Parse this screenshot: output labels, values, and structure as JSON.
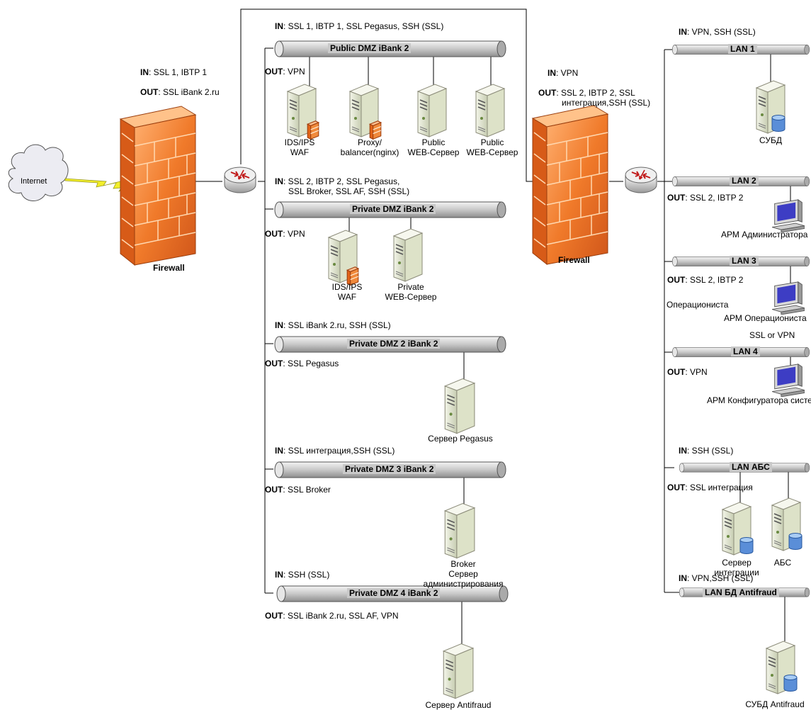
{
  "internet": {
    "label": "Internet"
  },
  "firewall1": {
    "label": "Firewall",
    "in_key": "IN",
    "in_text": ": SSL 1, IBTP 1",
    "out_key": "OUT",
    "out_text": ": SSL iBank 2.ru"
  },
  "firewall2": {
    "label": "Firewall",
    "in_key": "IN",
    "in_text": ": VPN",
    "out_key": "OUT",
    "out_text_1": ": SSL 2, IBTP 2, SSL",
    "out_text_2": "интеграция,SSH (SSL)"
  },
  "public_dmz": {
    "title": "Public DMZ iBank 2",
    "in_key": "IN",
    "in_text": ": SSL 1, IBTP 1, SSL Pegasus, SSH (SSL)",
    "out_key": "OUT",
    "out_text": ": VPN",
    "servers": [
      {
        "l1": "IDS/IPS",
        "l2": "WAF"
      },
      {
        "l1": "Proxy/",
        "l2": "balancer(nginx)"
      },
      {
        "l1": "Public",
        "l2": "WEB-Сервер"
      },
      {
        "l1": "Public",
        "l2": "WEB-Сервер"
      }
    ]
  },
  "private_dmz": {
    "title": "Private DMZ iBank 2",
    "in_key": "IN",
    "in_text_1": ": SSL 2, IBTP 2, SSL Pegasus,",
    "in_text_2": "SSL Broker, SSL AF, SSH (SSL)",
    "out_key": "OUT",
    "out_text": ": VPN",
    "servers": [
      {
        "l1": "IDS/IPS",
        "l2": "WAF"
      },
      {
        "l1": "Private",
        "l2": "WEB-Сервер"
      }
    ]
  },
  "private_dmz2": {
    "title": "Private DMZ 2 iBank 2",
    "in_key": "IN",
    "in_text": ": SSL iBank 2.ru, SSH (SSL)",
    "out_key": "OUT",
    "out_text": ": SSL Pegasus",
    "server": "Сервер Pegasus"
  },
  "private_dmz3": {
    "title": "Private DMZ 3 iBank 2",
    "in_key": "IN",
    "in_text": ": SSL интеграция,SSH (SSL)",
    "out_key": "OUT",
    "out_text": ": SSL Broker",
    "server_l1": "Broker",
    "server_l2": "Сервер",
    "server_l3": "администрирования"
  },
  "private_dmz4": {
    "title": "Private DMZ 4 iBank 2",
    "in_key": "IN",
    "in_text": ": SSH (SSL)",
    "out_key": "OUT",
    "out_text": ": SSL iBank 2.ru, SSL AF, VPN",
    "server": "Сервер Antifraud"
  },
  "lan1": {
    "title": "LAN 1",
    "in_key": "IN",
    "in_text": ": VPN, SSH (SSL)",
    "server": "СУБД"
  },
  "lan2": {
    "title": "LAN 2",
    "out_key": "OUT",
    "out_text": ": SSL 2, IBTP 2",
    "ws": "АРМ Администратора"
  },
  "lan3": {
    "title": "LAN 3",
    "out_key": "OUT",
    "out_text": ": SSL 2, IBTP 2",
    "note": "Операциониста",
    "ws": "АРМ Операциониста"
  },
  "lan4": {
    "title": "LAN 4",
    "above": "SSL or VPN",
    "out_key": "OUT",
    "out_text": ": VPN",
    "ws": "АРМ Конфигуратора системы"
  },
  "lan_abs": {
    "title": "LAN АБС",
    "in_key": "IN",
    "in_text": ": SSH (SSL)",
    "out_key": "OUT",
    "out_text": ": SSL интеграция",
    "srv1_l1": "Сервер",
    "srv1_l2": "интеграции",
    "srv2": "АБС"
  },
  "lan_bd": {
    "title": "LAN БД Antifraud",
    "in_key": "IN",
    "in_text": ": VPN,SSH (SSL)",
    "server": "СУБД Antifraud"
  },
  "colors": {
    "firewall": "#f07a2a",
    "bus": "#c9c9c9",
    "server": "#e8ecd8",
    "monitor": "#4a4ac8"
  }
}
